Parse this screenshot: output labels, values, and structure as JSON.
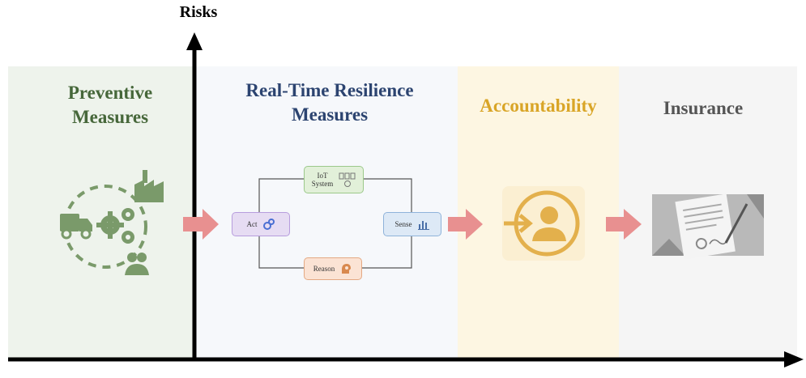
{
  "axis": {
    "y_label": "Risks"
  },
  "stages": [
    {
      "title": "Preventive Measures"
    },
    {
      "title": "Real-Time Resilience Measures"
    },
    {
      "title": "Accountability"
    },
    {
      "title": "Insurance"
    }
  ],
  "cycle": {
    "top": {
      "label": "IoT System"
    },
    "left": {
      "label": "Act"
    },
    "right": {
      "label": "Sense"
    },
    "bottom": {
      "label": "Reason"
    }
  },
  "colors": {
    "preventive": "#46673a",
    "realtime": "#2c4470",
    "accountability": "#d9a527",
    "insurance": "#555555",
    "flow_arrow": "#e89090"
  }
}
